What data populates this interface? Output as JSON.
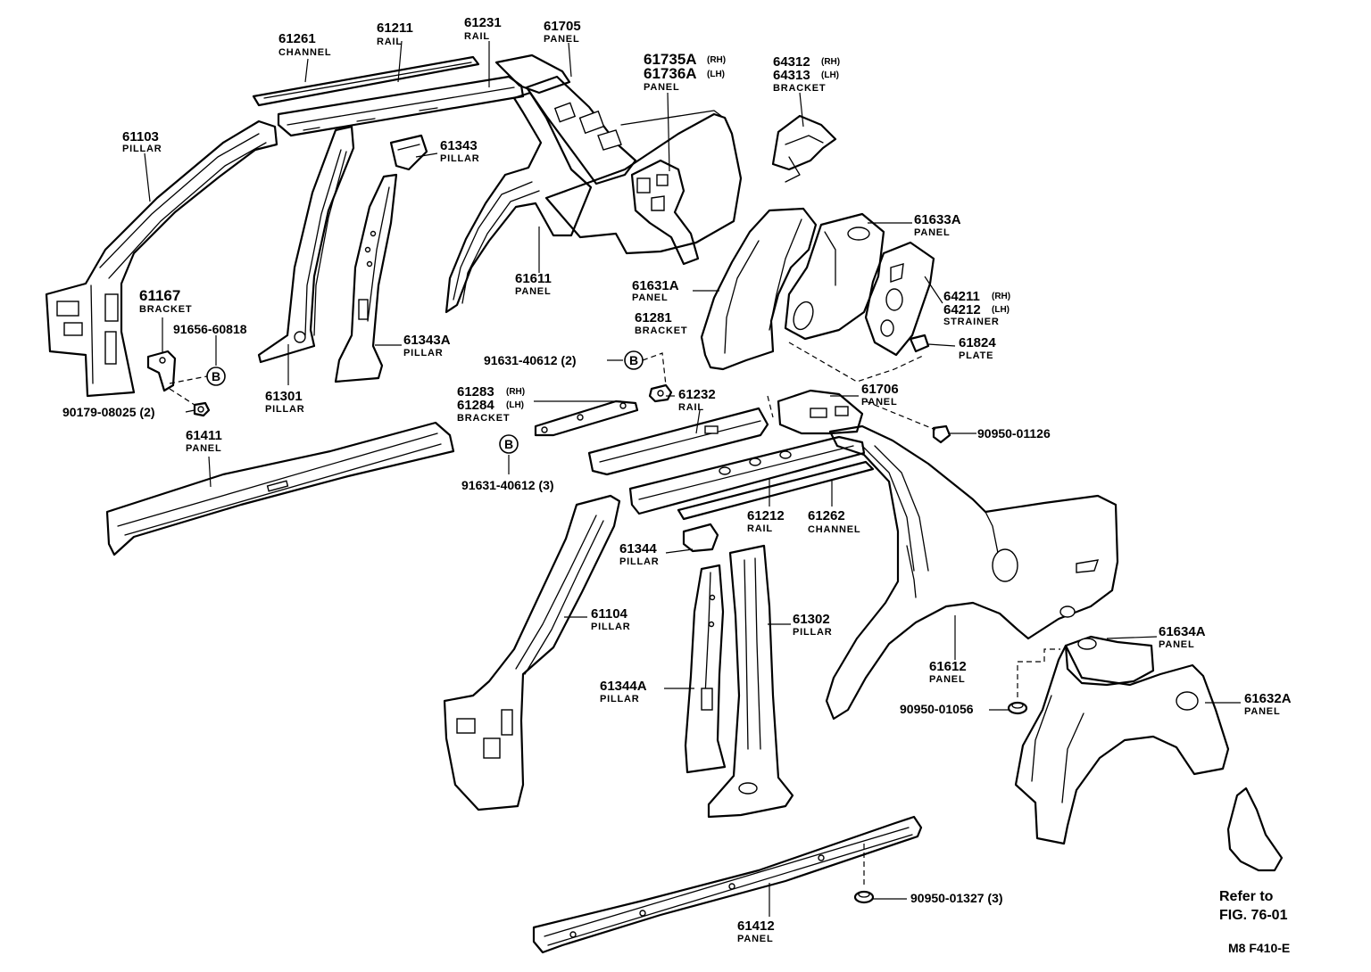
{
  "labels": {
    "p61261": {
      "num": "61261",
      "name": "CHANNEL"
    },
    "p61211": {
      "num": "61211",
      "name": "RAIL"
    },
    "p61231": {
      "num": "61231",
      "name": "RAIL"
    },
    "p61705": {
      "num": "61705",
      "name": "PANEL"
    },
    "p61735": {
      "num1": "61735A",
      "sx1": "(RH)",
      "num2": "61736A",
      "sx2": "(LH)",
      "name": "PANEL"
    },
    "p64312": {
      "num1": "64312",
      "sx1": "(RH)",
      "num2": "64313",
      "sx2": "(LH)",
      "name": "BRACKET"
    },
    "p61103": {
      "num": "61103",
      "name": "PILLAR"
    },
    "p61343": {
      "num": "61343",
      "name": "PILLAR"
    },
    "p61633A": {
      "num": "61633A",
      "name": "PANEL"
    },
    "p61611": {
      "num": "61611",
      "name": "PANEL"
    },
    "p61631A": {
      "num": "61631A",
      "name": "PANEL"
    },
    "p64211": {
      "num1": "64211",
      "sx1": "(RH)",
      "num2": "64212",
      "sx2": "(LH)",
      "name": "STRAINER"
    },
    "p61167": {
      "num": "61167",
      "name": "BRACKET"
    },
    "p61281": {
      "num": "61281",
      "name": "BRACKET"
    },
    "p61824": {
      "num": "61824",
      "name": "PLATE"
    },
    "p61343A": {
      "num": "61343A",
      "name": "PILLAR"
    },
    "p61301": {
      "num": "61301",
      "name": "PILLAR"
    },
    "p61232": {
      "num": "61232",
      "name": "RAIL"
    },
    "p61706": {
      "num": "61706",
      "name": "PANEL"
    },
    "p61283": {
      "num1": "61283",
      "sx1": "(RH)",
      "num2": "61284",
      "sx2": "(LH)",
      "name": "BRACKET"
    },
    "p61411": {
      "num": "61411",
      "name": "PANEL"
    },
    "p61212": {
      "num": "61212",
      "name": "RAIL"
    },
    "p61262": {
      "num": "61262",
      "name": "CHANNEL"
    },
    "p61344": {
      "num": "61344",
      "name": "PILLAR"
    },
    "p61104": {
      "num": "61104",
      "name": "PILLAR"
    },
    "p61302": {
      "num": "61302",
      "name": "PILLAR"
    },
    "p61634A": {
      "num": "61634A",
      "name": "PANEL"
    },
    "p61612": {
      "num": "61612",
      "name": "PANEL"
    },
    "p61344A": {
      "num": "61344A",
      "name": "PILLAR"
    },
    "p61632A": {
      "num": "61632A",
      "name": "PANEL"
    },
    "p61412": {
      "num": "61412",
      "name": "PANEL"
    }
  },
  "fasteners": {
    "f91656": "91656-60818",
    "f90179": "90179-08025 (2)",
    "f91631a": "91631-40612 (2)",
    "f91631b": "91631-40612 (3)",
    "f90950_01126": "90950-01126",
    "f90950_01056": "90950-01056",
    "f90950_01327": "90950-01327 (3)",
    "circle_letter": "B"
  },
  "reference": {
    "line1": "Refer to",
    "line2": "FIG. 76-01"
  },
  "figure_code": "M8  F410-E"
}
